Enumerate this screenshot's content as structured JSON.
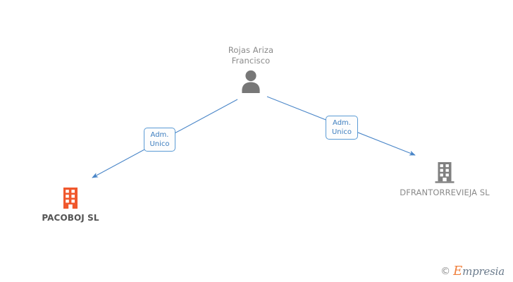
{
  "graph": {
    "background_color": "#ffffff",
    "person": {
      "name": "Rojas Ariza\nFrancisco",
      "icon": "person-icon",
      "color": "#777777"
    },
    "companies": [
      {
        "id": "pacoboj",
        "label": "PACOBOJ SL",
        "icon": "building-icon",
        "color": "#f0582d",
        "text_color": "#555555"
      },
      {
        "id": "dfrantorrevieja",
        "label": "DFRANTORREVIEJA SL",
        "icon": "building-icon",
        "color": "#808080",
        "text_color": "#8a8a8a"
      }
    ],
    "relations": [
      {
        "id": "rel-left",
        "label": "Adm.\nUnico",
        "from": "person",
        "to": "pacoboj",
        "color": "#4a86c8"
      },
      {
        "id": "rel-right",
        "label": "Adm.\nUnico",
        "from": "person",
        "to": "dfrantorrevieja",
        "color": "#4a86c8"
      }
    ]
  },
  "watermark": {
    "copyright": "©",
    "brand_initial": "E",
    "brand_rest": "mpresia",
    "accent_color": "#f07f3c"
  }
}
